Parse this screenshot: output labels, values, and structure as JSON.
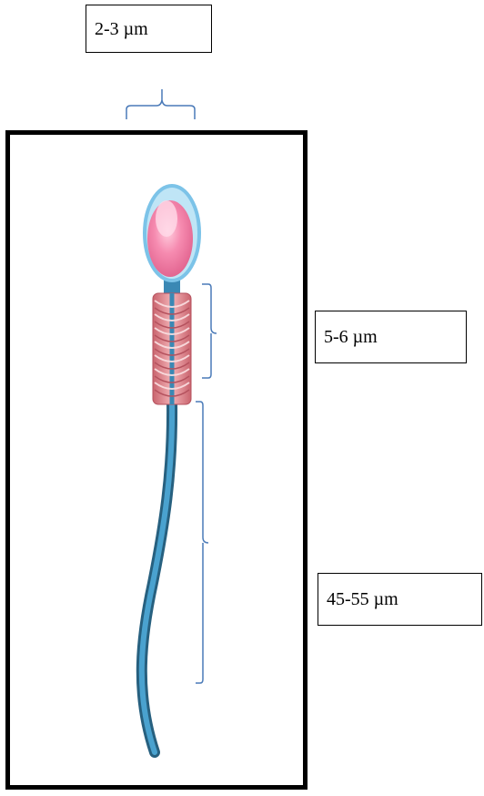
{
  "labels": {
    "head_width": "2-3 µm",
    "midpiece_length": "5-6 µm",
    "tail_length": "45-55 µm"
  },
  "colors": {
    "bracket": "#4a7ab8",
    "tail": "#3a88b4",
    "head_pink": "#f27aa0",
    "head_outline": "#7cc3e8",
    "midpiece": "#e08a92"
  }
}
